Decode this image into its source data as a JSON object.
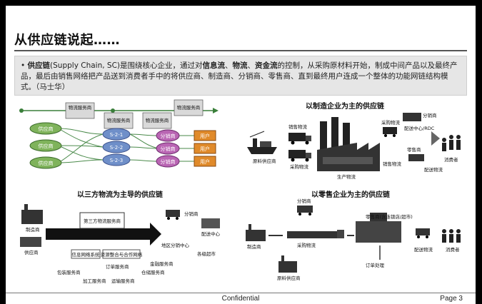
{
  "slide": {
    "title": "从供应链说起……",
    "definition": {
      "bullet": "•",
      "term": "供应链",
      "text_a": "(Supply Chain, SC)是围绕核心企业，通过对",
      "kw1": "信息流",
      "sep1": "、",
      "kw2": "物流",
      "sep2": "、",
      "kw3": "资金流",
      "text_b": "的控制，从采购原材料开始，制成中间产品以及最终产品，最后由销售网络把产品送到消费者手中的将供应商、制造商、分销商、零售商、直到最终用户连成一个整体的功能网链结构模式。（马士华）"
    },
    "sections": {
      "manufacturing": "以制造企业为主的供应链",
      "third_party": "以三方物流为主导的供应链",
      "retail": "以零售企业为主的供应链"
    },
    "network": {
      "service_boxes": [
        "物流服务商",
        "物流服务商",
        "物流服务商",
        "物流服务商"
      ],
      "left_nodes": [
        "供应商",
        "供应商",
        "供应商"
      ],
      "mid_nodes": [
        "S-2-1",
        "S-2-2",
        "S-2-3"
      ],
      "right_nodes": [
        "分销商",
        "分销商",
        "分销商"
      ],
      "users": [
        "用户",
        "用户",
        "用户"
      ]
    },
    "manufacturing_labels": {
      "supplier": "原料供应商",
      "sales": "销售物流",
      "purchase": "采购物流",
      "production": "生产物流",
      "purchase2": "采购物流",
      "dist1": "分销商",
      "center": "配送中心/RDC",
      "sales2": "销售物流",
      "retailer": "零售商",
      "deliver": "配送物流",
      "consumer": "消费者"
    },
    "third_party_labels": {
      "factory": "制造商",
      "supplier": "供应商",
      "platform": "第三方物流服务商",
      "info": "信息网络系统",
      "resource": "资源整合与合作网络",
      "order": "订单服务商",
      "warehouse": "仓储服务商",
      "pack": "包装服务商",
      "process": "加工服务商",
      "transport": "运输服务商",
      "dist": "分销商",
      "center": "配送中心",
      "dc": "地区分销中心",
      "store": "各级超市",
      "finance": "金融服务商"
    },
    "retail_labels": {
      "dist": "分销商",
      "maker": "制造商",
      "purchase": "采购物流",
      "supplier": "原料供应商",
      "retail": "零售商(含连锁店/超市)",
      "deliver": "配送物流",
      "consumer": "消费者",
      "order": "订单处理"
    },
    "footer": {
      "confidential": "Confidential",
      "page": "Page 3"
    }
  }
}
